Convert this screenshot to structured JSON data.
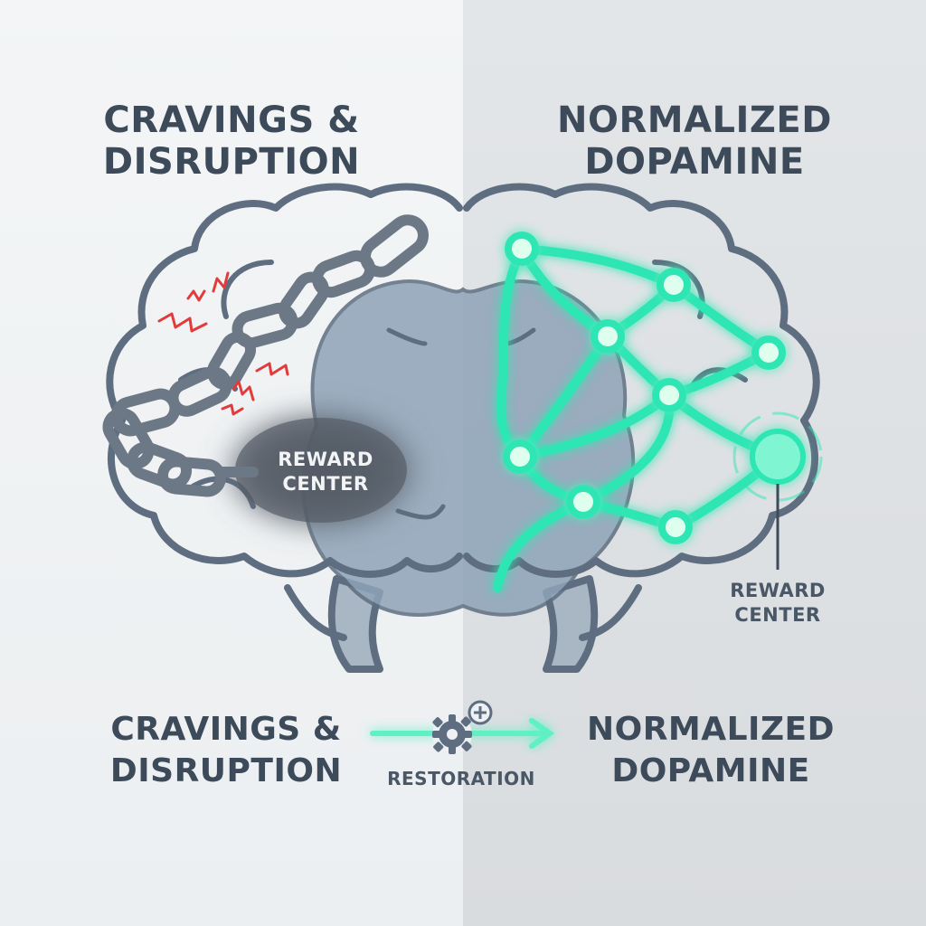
{
  "panels": {
    "left": {
      "title_line1": "CRAVINGS &",
      "title_line2": "DISRUPTION",
      "label_line1": "REWARD",
      "label_line2": "CENTER"
    },
    "right": {
      "title_line1": "NORMALIZED",
      "title_line2": "DOPAMINE",
      "label_line1": "REWARD",
      "label_line2": "CENTER"
    }
  },
  "footer": {
    "left_line1": "CRAVINGS &",
    "left_line2": "DISRUPTION",
    "arrow_label": "RESTORATION",
    "right_line1": "NORMALIZED",
    "right_line2": "DOPAMINE"
  },
  "colors": {
    "outline": "#5e6e80",
    "brain_fill": "#8ea3b8",
    "chain": "#6c7886",
    "spark": "#e23b3b",
    "glow": "#2ee6b4",
    "text": "#3d4a5a"
  },
  "icons": [
    "broken-chain-icon",
    "lightning-spark-icon",
    "gear-plus-icon",
    "arrow-right-icon",
    "neural-network-icon"
  ]
}
